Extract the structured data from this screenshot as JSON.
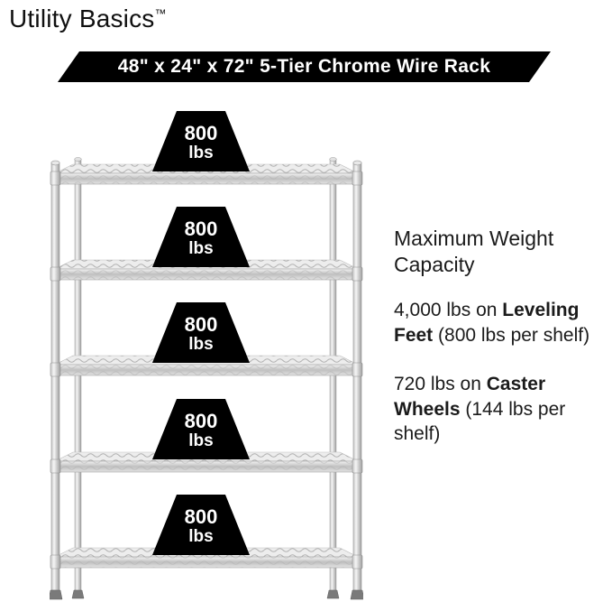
{
  "brand": {
    "name": "Utility Basics",
    "trademark": "™"
  },
  "banner": {
    "text_prefix": "48\" x 24\" x 72\" 5-Tier ",
    "text_bold": "Chrome",
    "text_suffix": " Wire Rack",
    "background": "#000000",
    "text_color": "#ffffff"
  },
  "rack": {
    "tiers": 5,
    "finish": "chrome",
    "weight_labels": [
      {
        "value": "800",
        "unit": "lbs"
      },
      {
        "value": "800",
        "unit": "lbs"
      },
      {
        "value": "800",
        "unit": "lbs"
      },
      {
        "value": "800",
        "unit": "lbs"
      },
      {
        "value": "800",
        "unit": "lbs"
      }
    ]
  },
  "info": {
    "heading": "Maximum Weight Capacity",
    "capacity_leveling": {
      "prefix": "4,000 lbs on ",
      "bold": "Leveling Feet",
      "suffix": " (800 lbs per shelf)"
    },
    "capacity_caster": {
      "prefix": "720 lbs on ",
      "bold": "Caster Wheels",
      "suffix": " (144 lbs per shelf)"
    }
  },
  "colors": {
    "label_background": "#000000",
    "label_text": "#ffffff",
    "chrome_light": "#f4f4f4",
    "chrome_dark": "#9e9e9e",
    "page_background": "#ffffff"
  }
}
